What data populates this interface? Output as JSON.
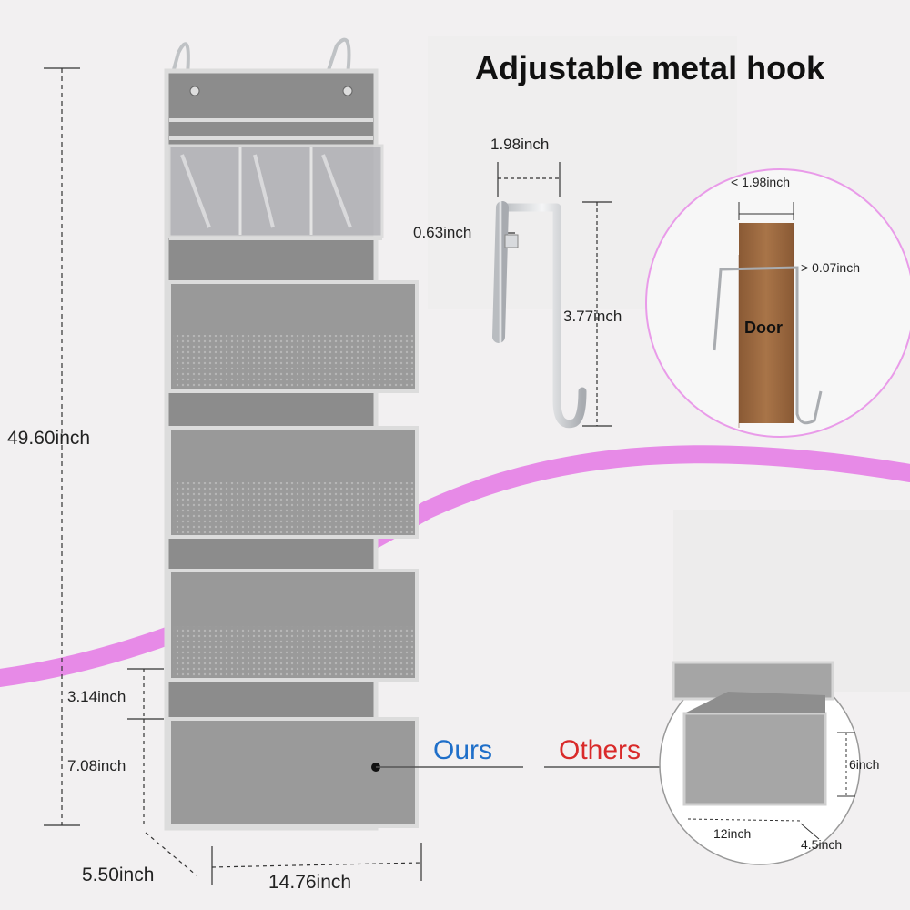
{
  "headline": "Adjustable metal hook",
  "dimensions": {
    "total_height": "49.60inch",
    "top_gap": "3.14inch",
    "pocket_height": "7.08inch",
    "depth": "5.50inch",
    "width": "14.76inch",
    "hook_width": "1.98inch",
    "hook_thickness": "0.63inch",
    "hook_height": "3.77inch"
  },
  "door_inset": {
    "gap_width": "< 1.98inch",
    "thickness": "> 0.07inch",
    "door_label": "Door"
  },
  "comparison": {
    "ours_label": "Ours",
    "others_label": "Others",
    "others_height": "6inch",
    "others_width": "12inch",
    "others_depth": "4.5inch"
  },
  "colors": {
    "fabric": "#8c8c8c",
    "trim": "#dcdcdc",
    "accent_swoosh": "#e57ee6",
    "ours_text": "#1f6fc9",
    "others_text": "#d92a2a",
    "door_wood": "#9a6a43"
  }
}
